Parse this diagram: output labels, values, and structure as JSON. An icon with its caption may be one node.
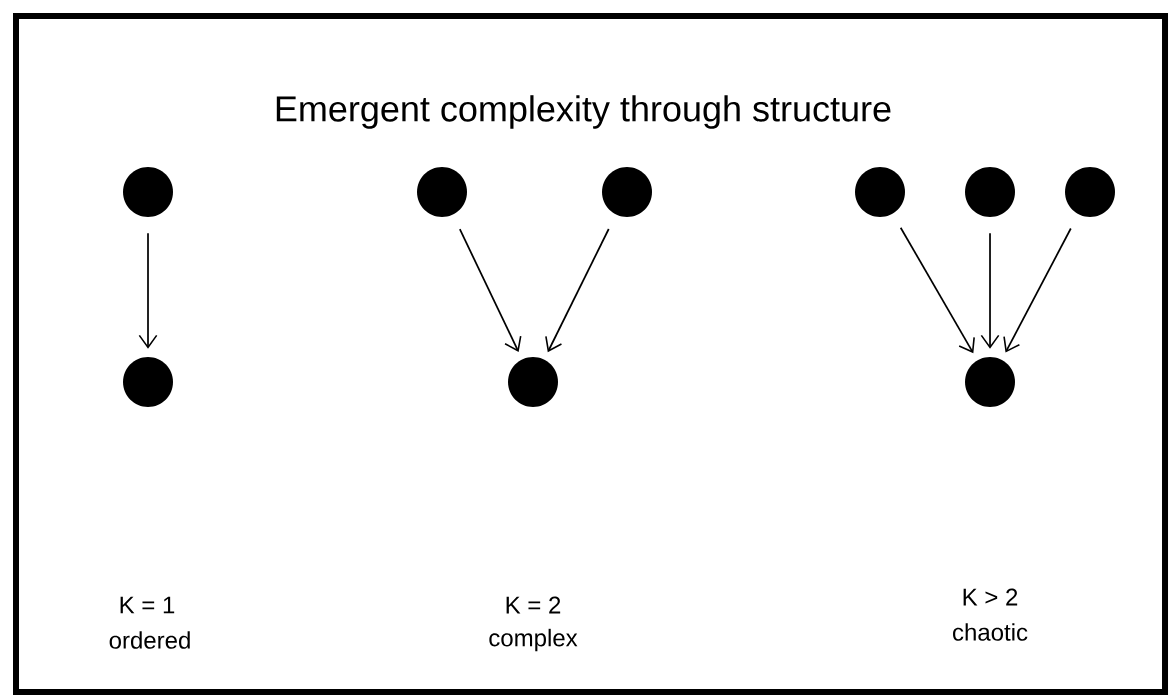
{
  "diagram": {
    "title": "Emergent complexity through structure",
    "nodes": [
      {
        "text": [],
        "shape": "circle"
      },
      {
        "text": [],
        "shape": "circle"
      },
      {
        "text": [],
        "shape": "circle"
      },
      {
        "text": [],
        "shape": "circle"
      },
      {
        "text": [],
        "shape": "circle"
      },
      {
        "text": [],
        "shape": "circle"
      },
      {
        "text": [],
        "shape": "circle"
      },
      {
        "text": [],
        "shape": "circle"
      },
      {
        "text": [],
        "shape": "circle"
      }
    ],
    "edges": [
      {
        "from": 0,
        "to": 1,
        "arrow": "to"
      },
      {
        "from": 2,
        "to": 4,
        "arrow": "to"
      },
      {
        "from": 3,
        "to": 4,
        "arrow": "to"
      },
      {
        "from": 5,
        "to": 8,
        "arrow": "to"
      },
      {
        "from": 6,
        "to": 8,
        "arrow": "to"
      },
      {
        "from": 7,
        "to": 8,
        "arrow": "to"
      }
    ],
    "labels": [
      "K = 1",
      "ordered",
      "K = 2",
      "complex",
      "K > 2",
      "chaotic"
    ]
  }
}
